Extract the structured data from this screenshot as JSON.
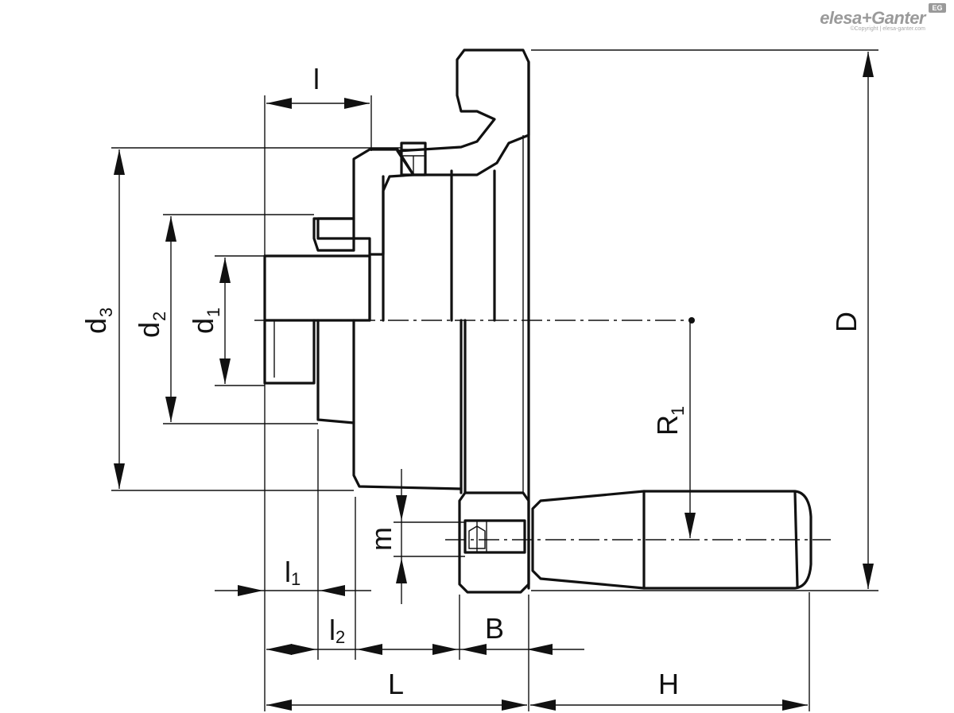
{
  "brand": {
    "name": "elesa+Ganter",
    "copyright": "©Copyright | elesa-ganter.com",
    "badge": "EG"
  },
  "labels": {
    "l": "l",
    "d": "d",
    "d3_sub": "3",
    "d2_sub": "2",
    "d1_sub": "1",
    "R": "R",
    "R_sub": "1",
    "D": "D",
    "m": "m",
    "l_sub1": "1",
    "l_sub2": "2",
    "B": "B",
    "L": "L",
    "H": "H"
  }
}
